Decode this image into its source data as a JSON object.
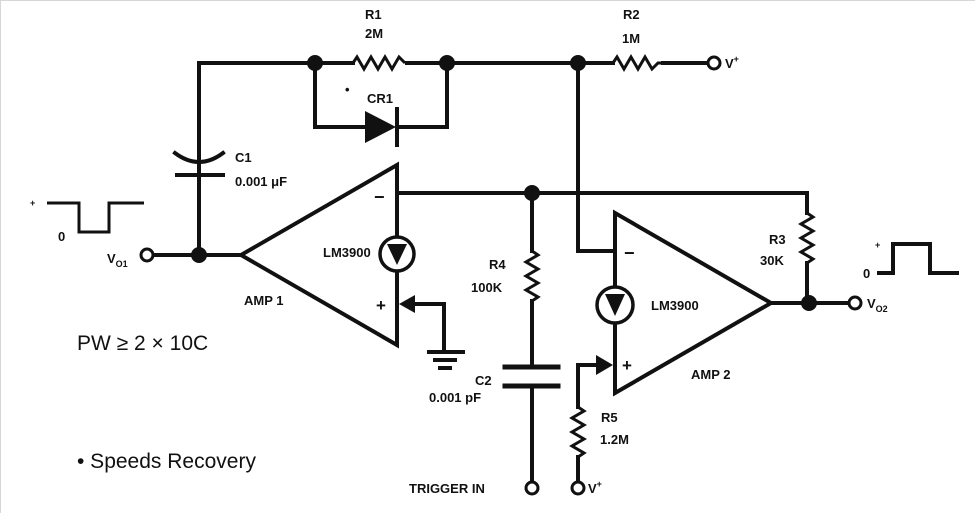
{
  "diagram": {
    "type": "circuit-schematic",
    "title": "LM3900 one-shot multivibrator",
    "components": {
      "R1": {
        "designator": "R1",
        "value": "2M"
      },
      "R2": {
        "designator": "R2",
        "value": "1M"
      },
      "R3": {
        "designator": "R3",
        "value": "30K"
      },
      "R4": {
        "designator": "R4",
        "value": "100K"
      },
      "R5": {
        "designator": "R5",
        "value": "1.2M"
      },
      "C1": {
        "designator": "C1",
        "value": "0.001 μF"
      },
      "C2": {
        "designator": "C2",
        "value": "0.001 pF"
      },
      "CR1": {
        "designator": "CR1",
        "marker": "•"
      },
      "AMP1": {
        "label": "AMP 1",
        "part": "LM3900",
        "minus": "−",
        "plus": "+"
      },
      "AMP2": {
        "label": "AMP 2",
        "part": "LM3900",
        "minus": "−",
        "plus": "+"
      }
    },
    "terminals": {
      "vplus_top": {
        "label": "V",
        "sup": "+"
      },
      "vplus_bottom": {
        "label": "V",
        "sup": "+"
      },
      "vo1": {
        "label": "V",
        "sub": "O1"
      },
      "vo2": {
        "label": "V",
        "sub": "O2"
      },
      "trigger": {
        "label": "TRIGGER IN"
      }
    },
    "waveforms": {
      "vo1": {
        "plus": "+",
        "zero": "0",
        "shape": "negative-pulse"
      },
      "vo2": {
        "plus": "+",
        "zero": "0",
        "shape": "positive-pulse"
      }
    },
    "notes": {
      "pulse_width": "PW ≥ 2 × 10C",
      "recovery": "• Speeds Recovery"
    }
  }
}
